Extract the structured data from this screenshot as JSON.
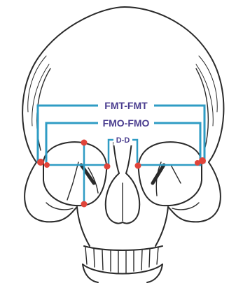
{
  "labels": {
    "fmt": "FMT-FMT",
    "fmo": "FMO-FMO",
    "dd": "D-D"
  },
  "colors": {
    "skull_line": "#2a2a2a",
    "measure_line": "#2f9cc4",
    "landmark": "#e0443a",
    "label_text": "#4a3d8f",
    "background": "#ffffff"
  }
}
